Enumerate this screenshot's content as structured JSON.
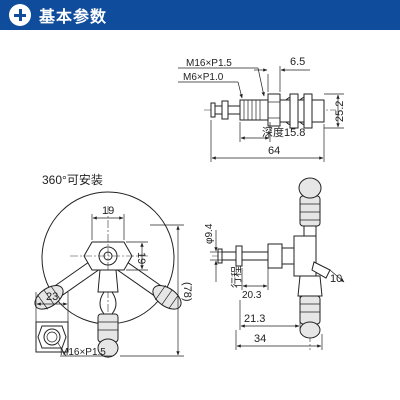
{
  "header": {
    "title": "基本参数",
    "icon": "plus-icon",
    "bg_color": "#0f4d9c"
  },
  "top_view": {
    "thread_main": "M16×P1.5",
    "thread_small": "M6×P1.0",
    "dim_6_5": "6.5",
    "dim_25_2": "25.2",
    "depth": "深度15.8",
    "dim_64": "64"
  },
  "front_view": {
    "rotation_label": "360°可安装",
    "dim_19_h": "19",
    "dim_19_v": "19",
    "dim_78": "(78)"
  },
  "side_view": {
    "phi": "φ9.4",
    "dim_10": "10",
    "stroke_label": "行程",
    "stroke_value": "20.3",
    "dim_21_3": "21.3",
    "dim_34": "34"
  },
  "nut_view": {
    "dim_23": "23",
    "thread": "M16×P1.5"
  }
}
